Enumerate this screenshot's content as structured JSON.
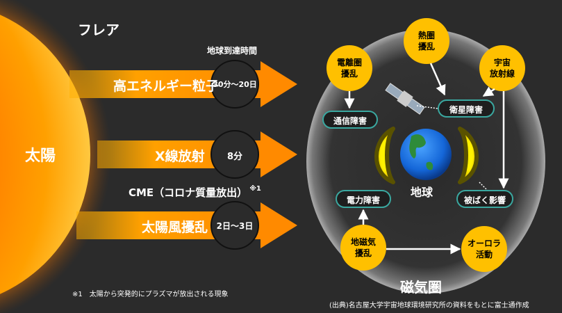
{
  "title": "磁気圏",
  "sun": {
    "flare_label": "フレア",
    "sun_label": "太陽"
  },
  "arrival": {
    "header": "地球到達時間",
    "rows": [
      {
        "label": "高エネルギー粒子",
        "time": "30分～20日"
      },
      {
        "label": "X線放射",
        "time": "8分"
      },
      {
        "label": "太陽風擾乱",
        "time": "2日～3日"
      }
    ],
    "cme_label": "CME（コロナ質量放出）",
    "cme_note_mark": "※1"
  },
  "footnote": "※1　太陽から突発的にプラズマが放出される現象",
  "source": "(出典)名古屋大学宇宙地球環境研究所の資料をもとに富士通作成",
  "earth_label": "地球",
  "causes": {
    "ionosphere": "電離圏\n擾乱",
    "thermosphere": "熱圏\n擾乱",
    "cosmic_rays": "宇宙\n放射線",
    "geomagnetic": "地磁気\n擾乱"
  },
  "effects": {
    "communication": "通信障害",
    "satellite": "衛星障害",
    "radiation_exposure": "被ばく影響",
    "power": "電力障害",
    "aurora": "オーロラ\n活動"
  },
  "colors": {
    "background": "#2b2b2b",
    "accent_orange": "#ff8c00",
    "badge_border": "#3aa8a0",
    "circle_yellow": "#ffc000",
    "radiation_belt": "#f5e600"
  }
}
